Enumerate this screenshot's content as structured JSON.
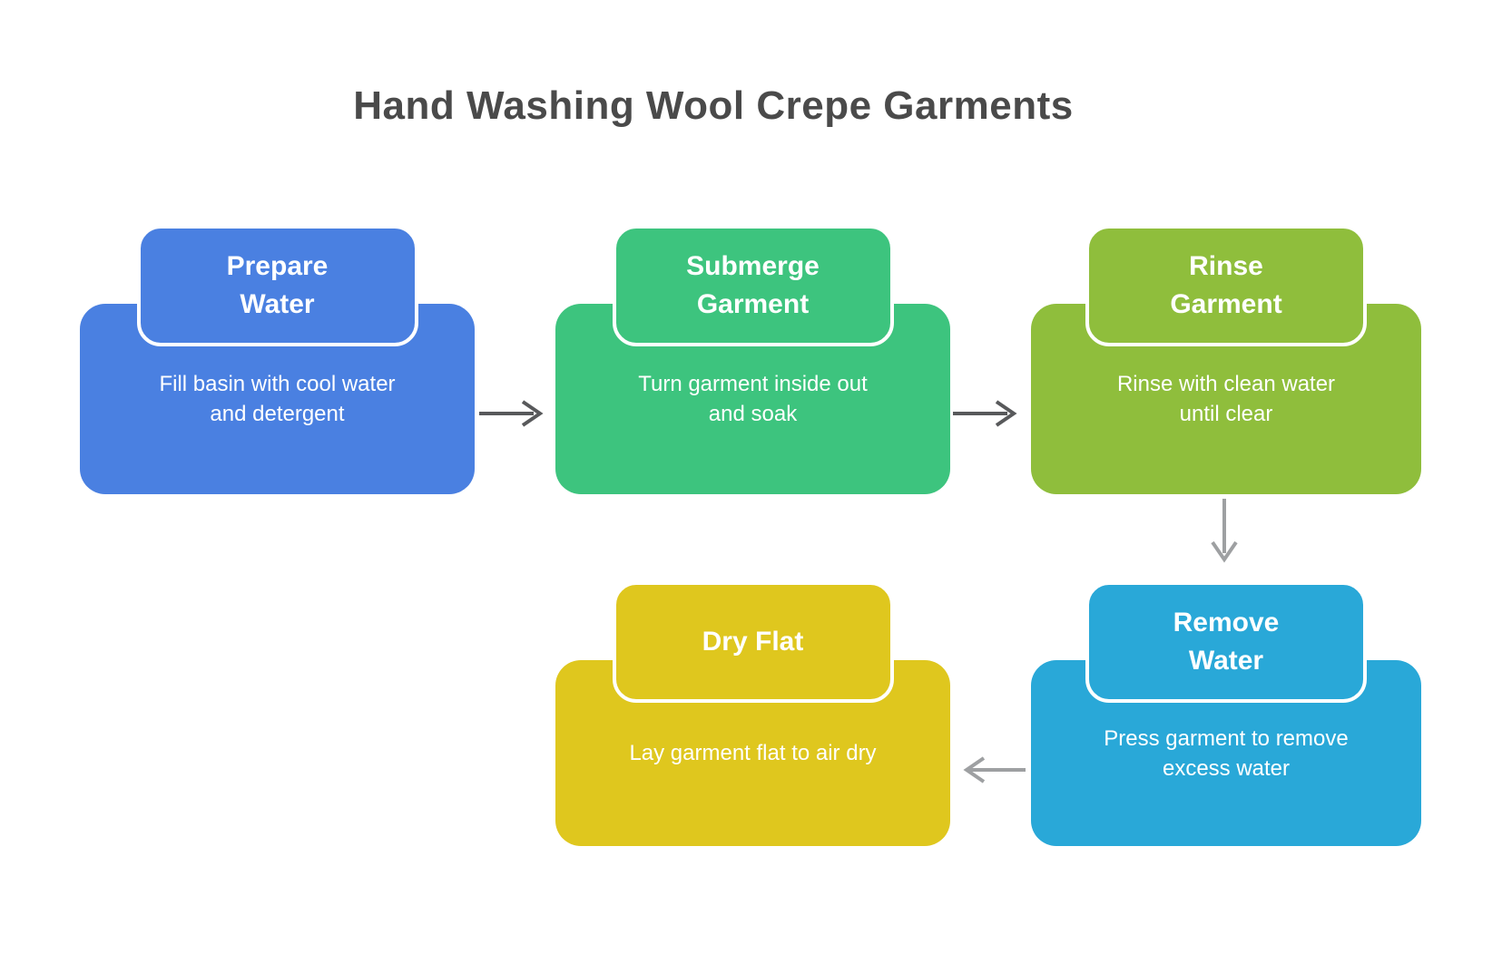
{
  "title": "Hand Washing Wool Crepe Garments",
  "title_color": "#4A4A4A",
  "steps": [
    {
      "name": "prepare-water",
      "title_lines": [
        "Prepare",
        "Water"
      ],
      "description_lines": [
        "Fill basin with cool water",
        "and detergent"
      ],
      "color": "#4A80E1"
    },
    {
      "name": "submerge-garment",
      "title_lines": [
        "Submerge",
        "Garment"
      ],
      "description_lines": [
        "Turn garment inside out",
        "and soak"
      ],
      "color": "#3DC47E"
    },
    {
      "name": "rinse-garment",
      "title_lines": [
        "Rinse",
        "Garment"
      ],
      "description_lines": [
        "Rinse with clean water",
        "until clear"
      ],
      "color": "#8FBE3C"
    },
    {
      "name": "remove-water",
      "title_lines": [
        "Remove",
        "Water"
      ],
      "description_lines": [
        "Press garment to remove",
        "excess water"
      ],
      "color": "#29A8D8"
    },
    {
      "name": "dry-flat",
      "title_lines": [
        "Dry Flat"
      ],
      "description_lines": [
        "Lay garment flat to air dry"
      ],
      "color": "#DFC71E"
    }
  ],
  "connections": [
    {
      "from": "prepare-water",
      "to": "submerge-garment",
      "direction": "right",
      "color": "#58595B"
    },
    {
      "from": "submerge-garment",
      "to": "rinse-garment",
      "direction": "right",
      "color": "#58595B"
    },
    {
      "from": "rinse-garment",
      "to": "remove-water",
      "direction": "down",
      "color": "#9EA0A2"
    },
    {
      "from": "remove-water",
      "to": "dry-flat",
      "direction": "left",
      "color": "#9EA0A2"
    }
  ]
}
